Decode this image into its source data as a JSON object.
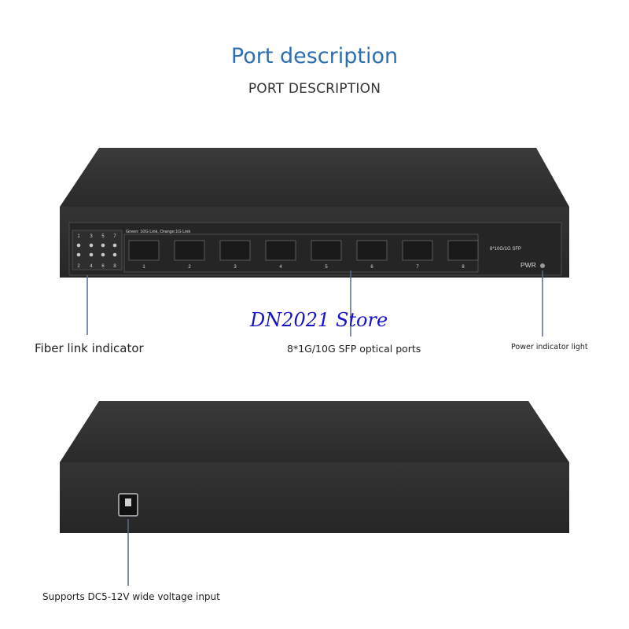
{
  "header": {
    "title": "Port description",
    "subtitle": "PORT DESCRIPTION"
  },
  "front_panel": {
    "led_legend": "Green: 10G Link, Orange:1G Link",
    "led_top_numbers": [
      "1",
      "3",
      "5",
      "7"
    ],
    "led_bottom_numbers": [
      "2",
      "4",
      "6",
      "8"
    ],
    "sfp_numbers": [
      "1",
      "2",
      "3",
      "4",
      "5",
      "6",
      "7",
      "8"
    ],
    "sfp_caption": "8*10G/1G SFP",
    "power_label": "PWR"
  },
  "callouts": {
    "fiber_indicator": "Fiber link indicator",
    "optical_ports": "8*1G/10G SFP optical ports",
    "power_light": "Power indicator light",
    "dc_input": "Supports DC5-12V wide voltage input"
  },
  "watermark": "DN2021 Store",
  "colors": {
    "title": "#2e6fb0",
    "watermark": "#1515c8",
    "device_body": "#2b2b2b"
  }
}
